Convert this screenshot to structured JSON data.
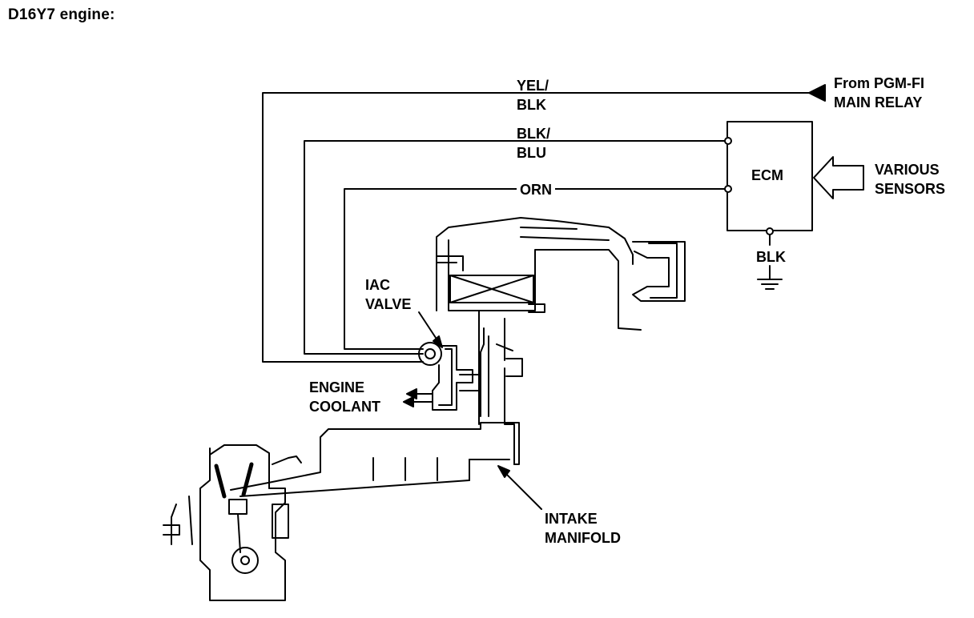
{
  "title": "D16Y7 engine:",
  "wires": {
    "yel_blk": {
      "line1": "YEL/",
      "line2": "BLK"
    },
    "blk_blu": {
      "line1": "BLK/",
      "line2": "BLU"
    },
    "orn": {
      "label": "ORN"
    }
  },
  "relay": {
    "line1": "From PGM-FI",
    "line2": "MAIN RELAY"
  },
  "ecm": {
    "label": "ECM"
  },
  "sensors": {
    "line1": "VARIOUS",
    "line2": "SENSORS"
  },
  "ground": {
    "label": "BLK"
  },
  "iac_valve": {
    "line1": "IAC",
    "line2": "VALVE"
  },
  "coolant": {
    "line1": "ENGINE",
    "line2": "COOLANT"
  },
  "intake": {
    "line1": "INTAKE",
    "line2": "MANIFOLD"
  }
}
